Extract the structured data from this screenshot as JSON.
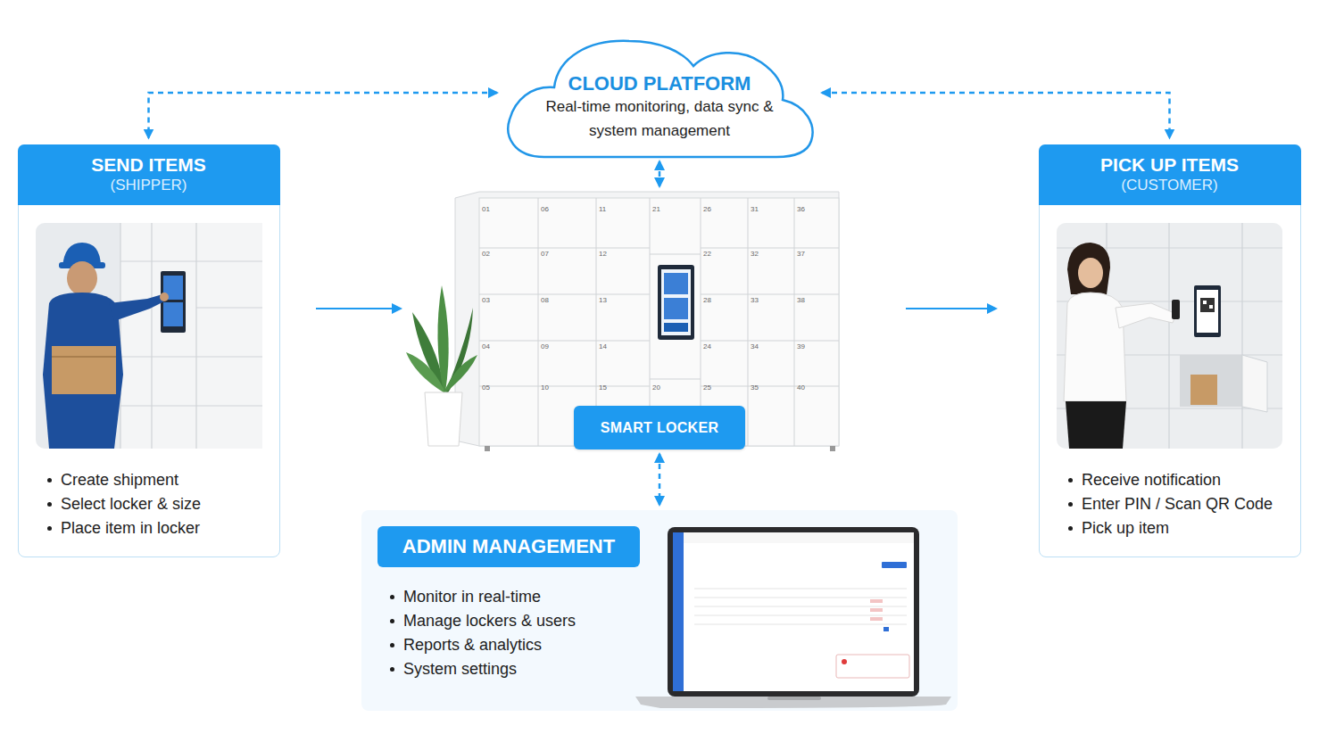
{
  "diagram": {
    "nodes": [
      {
        "text": [
          "CLOUD PLATFORM",
          "Real-time monitoring, data sync & system management"
        ]
      },
      {
        "text": [
          "Create shipment",
          "Select locker & size",
          "Place item in locker"
        ]
      },
      {
        "text": [
          "SEND ITEMS",
          "(SHIPPER)"
        ],
        "in": 1
      },
      {
        "text": [
          "01",
          "06",
          "11",
          "21",
          "26",
          "31",
          "36",
          "02",
          "07",
          "12",
          "22",
          "32",
          "37",
          "03",
          "08",
          "13",
          "28",
          "33",
          "38",
          "04",
          "09",
          "14",
          "24",
          "34",
          "39",
          "05",
          "10",
          "15",
          "20",
          "25",
          "35",
          "40"
        ]
      },
      {
        "text": [
          "SMART LOCKER"
        ],
        "in": 3
      },
      {
        "text": [
          "Receive notification",
          "Enter PIN / Scan QR Code",
          "Pick up item"
        ]
      },
      {
        "text": [
          "PICK UP ITEMS",
          "(CUSTOMER)"
        ],
        "in": 5
      },
      {
        "text": [
          "Monitor in real-time",
          "Manage lockers & users",
          "Reports & analytics",
          "System settings"
        ]
      },
      {
        "text": [
          "ADMIN MANAGEMENT"
        ],
        "in": 7
      }
    ],
    "edges": [
      {
        "from": 0,
        "to": 2,
        "arrow": "both"
      },
      {
        "from": 0,
        "to": 6,
        "arrow": "both"
      },
      {
        "from": 0,
        "to": 3,
        "arrow": "both"
      },
      {
        "from": 1,
        "to": 3,
        "arrow": "to"
      },
      {
        "from": 3,
        "to": 5,
        "arrow": "to"
      },
      {
        "from": 4,
        "to": 7,
        "arrow": "both"
      }
    ]
  }
}
